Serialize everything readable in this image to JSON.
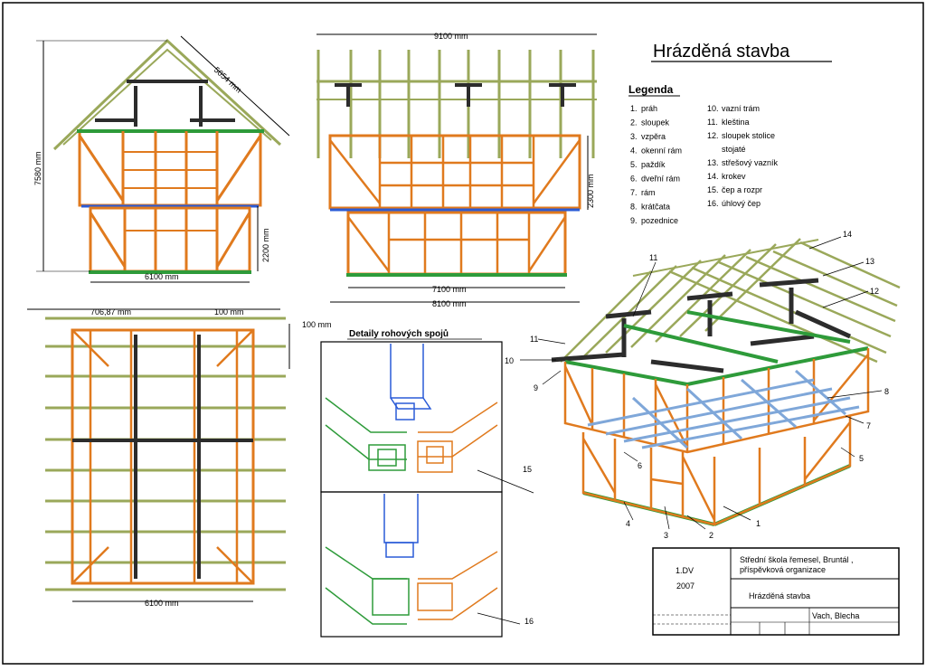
{
  "sheet": {
    "title": "Hrázděná stavba"
  },
  "legend": {
    "heading": "Legenda",
    "items": [
      {
        "num": "1.",
        "text": "práh"
      },
      {
        "num": "2.",
        "text": "sloupek"
      },
      {
        "num": "3.",
        "text": "vzpěra"
      },
      {
        "num": "4.",
        "text": "okenní rám"
      },
      {
        "num": "5.",
        "text": "paždík"
      },
      {
        "num": "6.",
        "text": "dveřní rám"
      },
      {
        "num": "7.",
        "text": "rám"
      },
      {
        "num": "8.",
        "text": "krátčata"
      },
      {
        "num": "9.",
        "text": "pozednice"
      },
      {
        "num": "10.",
        "text": "vazní trám"
      },
      {
        "num": "11.",
        "text": "kleština"
      },
      {
        "num": "12.",
        "text": "sloupek stolice"
      },
      {
        "num": "",
        "text": "stojaté"
      },
      {
        "num": "13.",
        "text": "střešový vazník"
      },
      {
        "num": "14.",
        "text": "krokev"
      },
      {
        "num": "15.",
        "text": "čep a rozpr"
      },
      {
        "num": "16.",
        "text": "úhlový čep"
      }
    ]
  },
  "dimensions": {
    "front_height": "7580 mm",
    "front_roof": "5054 mm",
    "front_lower": "2200 mm",
    "front_width": "6100 mm",
    "side_top": "9100 mm",
    "side_height": "2300 mm",
    "side_mid": "7100 mm",
    "side_bottom": "8100 mm",
    "plan_left": "706,87 mm",
    "plan_right": "100 mm",
    "plan_side": "100 mm",
    "plan_bottom": "6100 mm"
  },
  "details": {
    "title": "Detaily rohových spojů",
    "label_top": "15",
    "label_bottom": "16"
  },
  "iso_labels": [
    "1",
    "2",
    "3",
    "4",
    "5",
    "6",
    "7",
    "8",
    "9",
    "10",
    "11",
    "11",
    "12",
    "13",
    "14"
  ],
  "title_block": {
    "class": "1.DV",
    "year": "2007",
    "school_line1": "Střední škola řemesel, Bruntál ,",
    "school_line2": "příspěvková organizace",
    "drawing_name": "Hrázděná stavba",
    "author": "Vach, Blecha"
  },
  "colors": {
    "timber": "#e07a1e",
    "sill": "#2e9b3a",
    "roof": "#9aa85a",
    "beam": "#2c2c2c",
    "joint_blue": "#2a5bd7",
    "floor": "#7fa7d9"
  }
}
